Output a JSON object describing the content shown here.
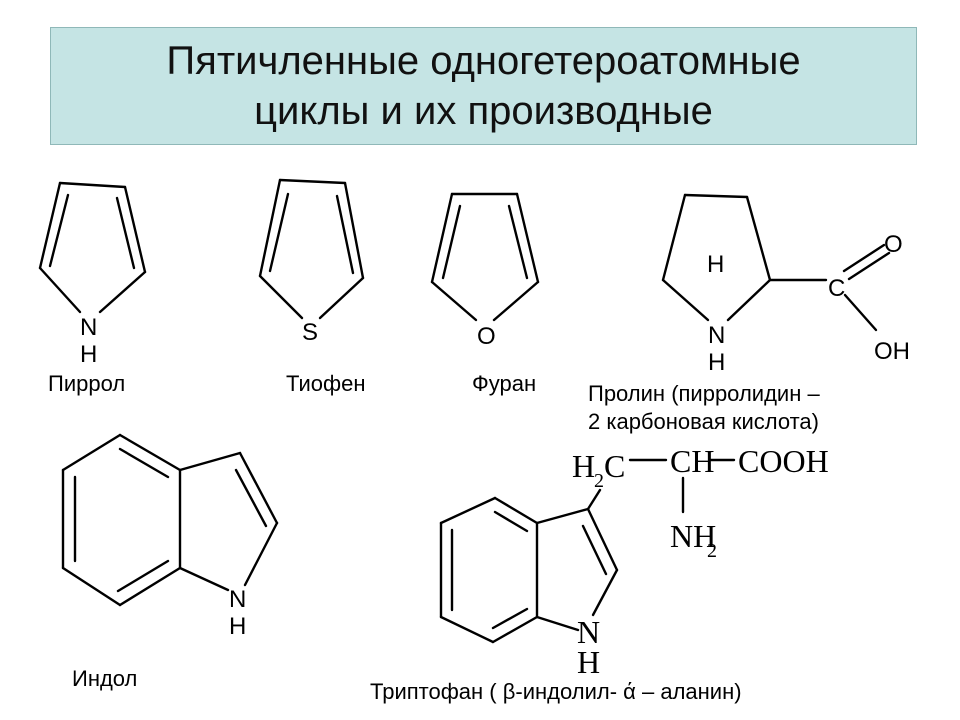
{
  "title": {
    "line1": "Пятичленные одногетероатомные",
    "line2": "циклы и их производные"
  },
  "molecules": {
    "pyrrole": {
      "caption": "Пиррол",
      "atom_n": "N",
      "atom_h": "H"
    },
    "thiophene": {
      "caption": "Тиофен",
      "atom_s": "S"
    },
    "furan": {
      "caption": "Фуран",
      "atom_o": "O"
    },
    "proline": {
      "caption_line1": "Пролин (пирролидин –",
      "caption_line2": "2 карбоновая кислота)",
      "ring_h": "H",
      "atom_n": "N",
      "atom_h": "H",
      "atom_c": "C",
      "atom_o": "O",
      "atom_oh": "OH"
    },
    "indole": {
      "caption": "Индол",
      "atom_n": "N",
      "atom_h": "H"
    },
    "tryptophan": {
      "caption": "Триптофан ( β-индолил- ά – аланин)",
      "h2c_h": "H",
      "h2c_2": "2",
      "h2c_c": "C",
      "ch": "CH",
      "cooh": "COOH",
      "nh2_nh": "NH",
      "nh2_2": "2",
      "atom_n": "N",
      "atom_h": "H"
    }
  }
}
